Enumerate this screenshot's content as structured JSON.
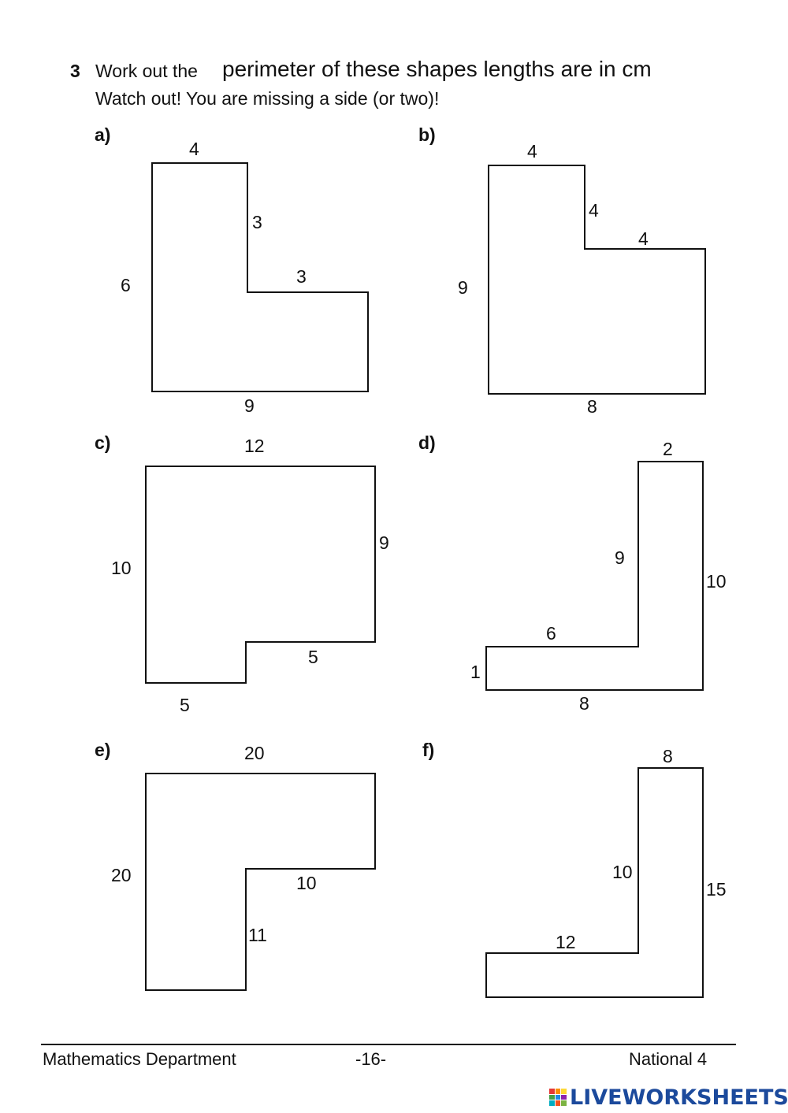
{
  "question": {
    "number": "3",
    "line1_part1": "Work out the",
    "line1_part2": "perimeter of these shapes lengths are in cm",
    "line2": "Watch out! You are missing a side (or two)!"
  },
  "shapes": {
    "a": {
      "label": "a)",
      "top": "4",
      "inner_vertical": "3",
      "inner_horizontal": "3",
      "left": "6",
      "bottom": "9"
    },
    "b": {
      "label": "b)",
      "top": "4",
      "inner_vertical": "4",
      "inner_horizontal": "4",
      "left": "9",
      "bottom": "8"
    },
    "c": {
      "label": "c)",
      "top": "12",
      "left": "10",
      "right": "9",
      "inner_horizontal": "5",
      "bottom": "5"
    },
    "d": {
      "label": "d)",
      "top": "2",
      "inner_vertical": "9",
      "right": "10",
      "inner_horizontal": "6",
      "left": "1",
      "bottom": "8"
    },
    "e": {
      "label": "e)",
      "top": "20",
      "left": "20",
      "inner_horizontal": "10",
      "inner_vertical": "11"
    },
    "f": {
      "label": "f)",
      "top": "8",
      "inner_vertical": "10",
      "right": "15",
      "inner_horizontal": "12"
    }
  },
  "footer": {
    "left": "Mathematics Department",
    "center": "-16-",
    "right": "National 4"
  },
  "watermark": {
    "text": "LIVEWORKSHEETS",
    "colors": [
      "#e53935",
      "#fb8c00",
      "#fdd835",
      "#43a047",
      "#1e88e5",
      "#8e24aa",
      "#00acc1",
      "#f4511e",
      "#7cb342"
    ]
  }
}
